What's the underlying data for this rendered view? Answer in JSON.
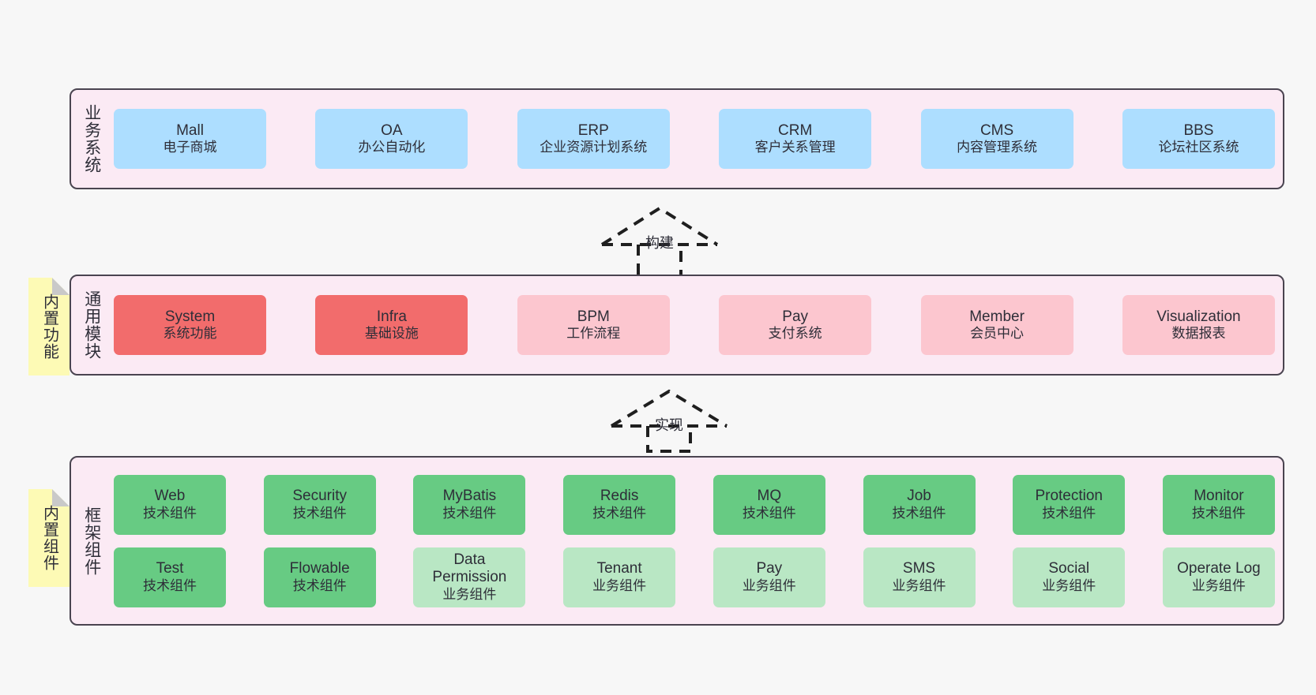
{
  "diagram": {
    "background_color": "#f7f7f7",
    "layer_fill": "#fbeaf4",
    "layer_border": "#4a4450",
    "note_fill": "#fdfab5"
  },
  "layers": [
    {
      "id": "business-system",
      "title": "业务系统",
      "rows": [
        {
          "nodes": [
            {
              "en": "Mall",
              "cn": "电子商城",
              "color": "#addeff",
              "variant": "c-blue"
            },
            {
              "en": "OA",
              "cn": "办公自动化",
              "color": "#addeff",
              "variant": "c-blue"
            },
            {
              "en": "ERP",
              "cn": "企业资源计划系统",
              "color": "#addeff",
              "variant": "c-blue"
            },
            {
              "en": "CRM",
              "cn": "客户关系管理",
              "color": "#addeff",
              "variant": "c-blue"
            },
            {
              "en": "CMS",
              "cn": "内容管理系统",
              "color": "#addeff",
              "variant": "c-blue"
            },
            {
              "en": "BBS",
              "cn": "论坛社区系统",
              "color": "#addeff",
              "variant": "c-blue"
            }
          ]
        }
      ]
    },
    {
      "id": "common-module",
      "title": "通用模块",
      "note": "内置功能",
      "rows": [
        {
          "nodes": [
            {
              "en": "System",
              "cn": "系统功能",
              "color": "#f26c6c",
              "variant": "c-red"
            },
            {
              "en": "Infra",
              "cn": "基础设施",
              "color": "#f26c6c",
              "variant": "c-red"
            },
            {
              "en": "BPM",
              "cn": "工作流程",
              "color": "#fcc6cf",
              "variant": "c-pink"
            },
            {
              "en": "Pay",
              "cn": "支付系统",
              "color": "#fcc6cf",
              "variant": "c-pink"
            },
            {
              "en": "Member",
              "cn": "会员中心",
              "color": "#fcc6cf",
              "variant": "c-pink"
            },
            {
              "en": "Visualization",
              "cn": "数据报表",
              "color": "#fcc6cf",
              "variant": "c-pink"
            }
          ]
        }
      ]
    },
    {
      "id": "framework-component",
      "title": "框架组件",
      "note": "内置组件",
      "rows": [
        {
          "nodes": [
            {
              "en": "Web",
              "cn": "技术组件",
              "color": "#67cb83",
              "variant": "c-green"
            },
            {
              "en": "Security",
              "cn": "技术组件",
              "color": "#67cb83",
              "variant": "c-green"
            },
            {
              "en": "MyBatis",
              "cn": "技术组件",
              "color": "#67cb83",
              "variant": "c-green"
            },
            {
              "en": "Redis",
              "cn": "技术组件",
              "color": "#67cb83",
              "variant": "c-green"
            },
            {
              "en": "MQ",
              "cn": "技术组件",
              "color": "#67cb83",
              "variant": "c-green"
            },
            {
              "en": "Job",
              "cn": "技术组件",
              "color": "#67cb83",
              "variant": "c-green"
            },
            {
              "en": "Protection",
              "cn": "技术组件",
              "color": "#67cb83",
              "variant": "c-green"
            },
            {
              "en": "Monitor",
              "cn": "技术组件",
              "color": "#67cb83",
              "variant": "c-green"
            }
          ]
        },
        {
          "nodes": [
            {
              "en": "Test",
              "cn": "技术组件",
              "color": "#67cb83",
              "variant": "c-green"
            },
            {
              "en": "Flowable",
              "cn": "技术组件",
              "color": "#67cb83",
              "variant": "c-green"
            },
            {
              "en": "Data Permission",
              "cn": "业务组件",
              "color": "#b9e7c4",
              "variant": "c-lightgrn"
            },
            {
              "en": "Tenant",
              "cn": "业务组件",
              "color": "#b9e7c4",
              "variant": "c-lightgrn"
            },
            {
              "en": "Pay",
              "cn": "业务组件",
              "color": "#b9e7c4",
              "variant": "c-lightgrn"
            },
            {
              "en": "SMS",
              "cn": "业务组件",
              "color": "#b9e7c4",
              "variant": "c-lightgrn"
            },
            {
              "en": "Social",
              "cn": "业务组件",
              "color": "#b9e7c4",
              "variant": "c-lightgrn"
            },
            {
              "en": "Operate Log",
              "cn": "业务组件",
              "color": "#b9e7c4",
              "variant": "c-lightgrn"
            }
          ]
        }
      ]
    }
  ],
  "arrows": [
    {
      "id": "arrow-build",
      "label": "构建"
    },
    {
      "id": "arrow-implement",
      "label": "实现"
    }
  ]
}
